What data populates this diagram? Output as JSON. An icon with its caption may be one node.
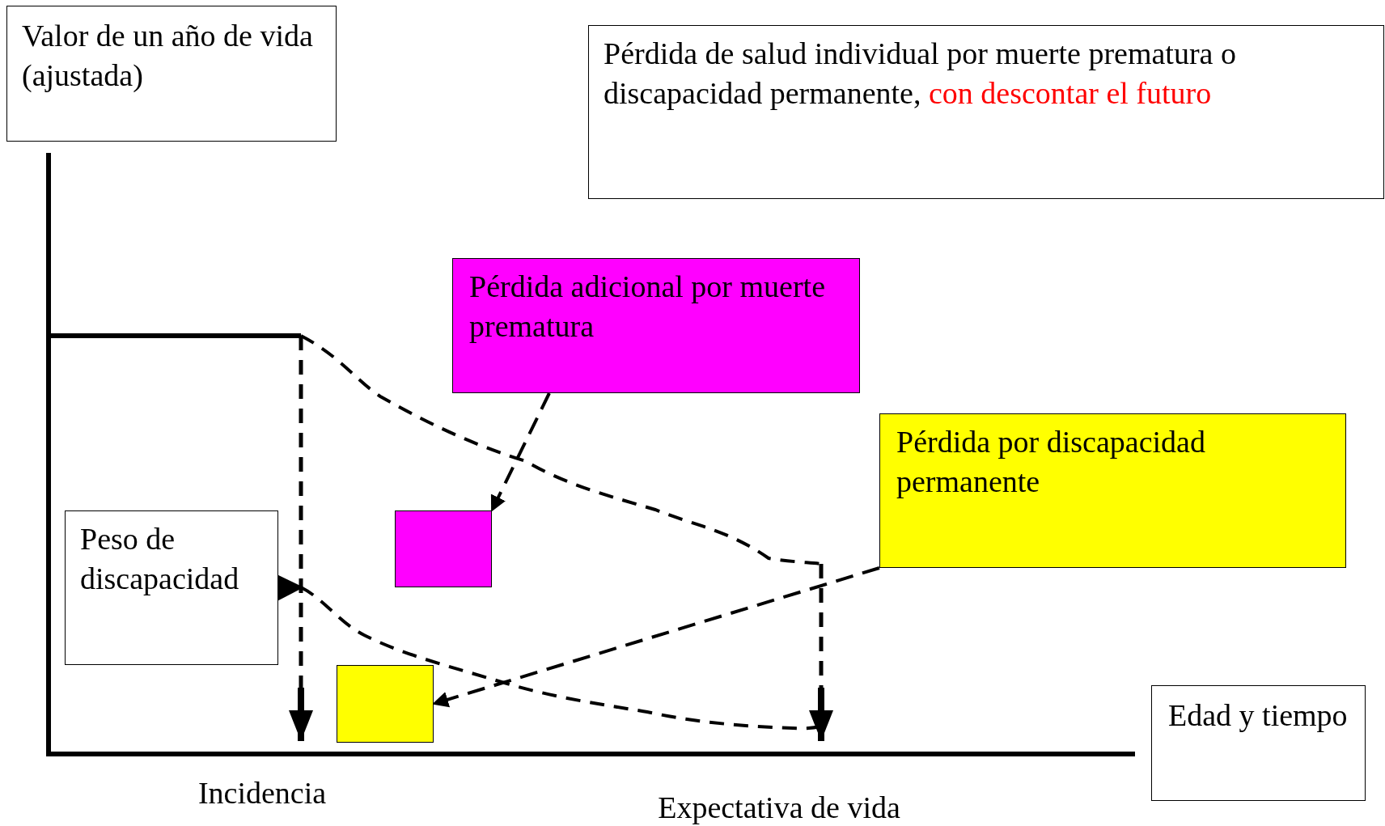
{
  "diagram": {
    "nodes": [
      {
        "text": [
          "Valor de un año de vida (ajustada)"
        ]
      },
      {
        "text": [
          "Pérdida de salud individual por muerte prematura o discapacidad permanente,",
          "con descontar el futuro"
        ]
      },
      {
        "text": [
          "Pérdida adicional por muerte prematura"
        ]
      },
      {
        "text": [
          "Pérdida por discapacidad permanente"
        ]
      },
      {
        "text": [
          "Peso de discapacidad"
        ]
      },
      {
        "text": [],
        "shape": "box"
      },
      {
        "text": [],
        "shape": "box"
      },
      {
        "text": [
          "Edad y tiempo"
        ]
      }
    ],
    "edges": [
      {
        "from": 2,
        "to": 5,
        "arrow": "to",
        "style": "dashed"
      },
      {
        "from": 3,
        "to": 6,
        "arrow": "to",
        "style": "dashed"
      },
      {
        "from": 4,
        "to": null,
        "arrow": "to"
      }
    ],
    "labels": [
      "Incidencia",
      "Expectativa de vida"
    ]
  }
}
